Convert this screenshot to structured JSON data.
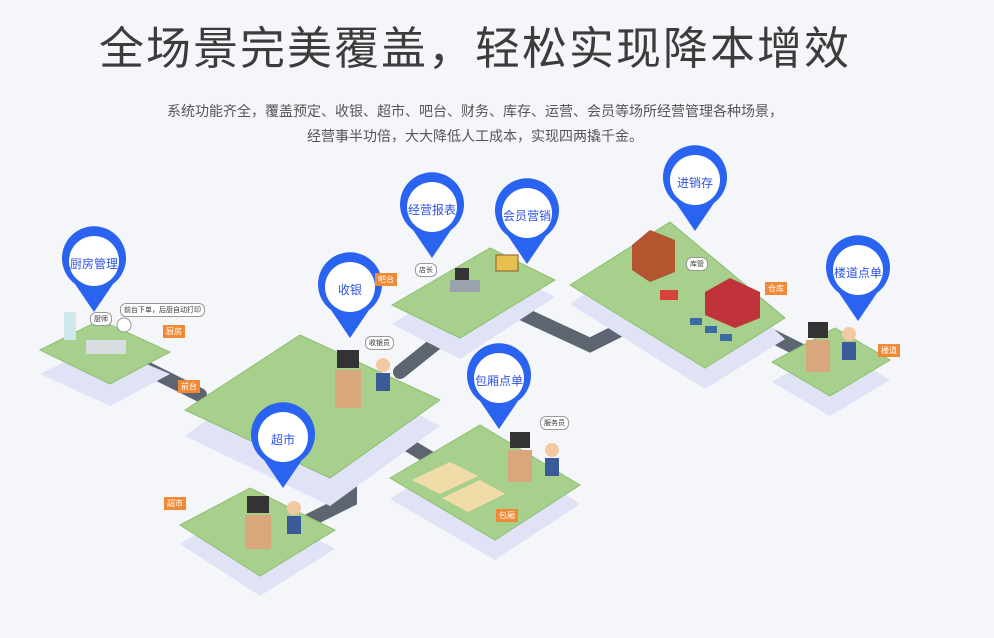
{
  "heading": "全场景完美覆盖，轻松实现降本增效",
  "description": {
    "line1": "系统功能齐全，覆盖预定、收银、超市、吧台、财务、库存、运营、会员等场所经营管理各种场景，",
    "line2": "经营事半功倍，大大降低人工成本，实现四两撬千金。"
  },
  "pins": {
    "kitchen": "厨房管理",
    "cashier": "收银",
    "report": "经营报表",
    "member": "会员营销",
    "inventory": "进销存",
    "floor": "楼道点单",
    "supermarket": "超市",
    "private_room": "包厢点单"
  },
  "flags": {
    "kitchen": "厨房",
    "bar": "前台",
    "cashier": "吧台",
    "warehouse": "仓库",
    "floor": "楼道",
    "supermarket": "超市",
    "private_room": "包厢"
  },
  "bubbles": {
    "chef": "厨师",
    "kitchen_note": "前台下单，后厨自动打印",
    "cashier_staff": "收银员",
    "manager": "店长",
    "storekeeper": "库管",
    "waiter": "服务员"
  },
  "colors": {
    "pin_blue": "#2a63ef",
    "platform_green": "#a6d08c",
    "road_gray": "#5d6670",
    "flag_orange": "#f08a36"
  }
}
